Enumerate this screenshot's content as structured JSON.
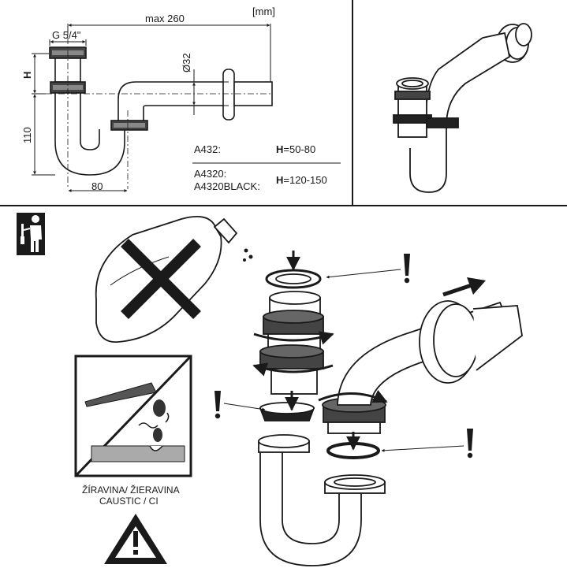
{
  "dimensions": {
    "unit": "[mm]",
    "max_length": "max 260",
    "thread": "G 5/4\"",
    "diameter": "Ø32",
    "height_label": "H",
    "depth": "110",
    "width": "80"
  },
  "variants": [
    {
      "model": "A432:",
      "h_prefix": "H",
      "h_range": "=50-80"
    },
    {
      "model": "A4320:",
      "model2": "A4320BLACK:",
      "h_prefix": "H",
      "h_range": "=120-150"
    }
  ],
  "warning": {
    "caustic_line1": "ŽÍRAVINA/ ŽIERAVINA",
    "caustic_line2": "CAUSTIC / CI",
    "exclaim": "!"
  },
  "icons": [
    "installer-tool-icon",
    "no-liquid-bottle-icon",
    "caustic-warning-icon",
    "hazard-triangle-icon",
    "exclamation-icon"
  ]
}
